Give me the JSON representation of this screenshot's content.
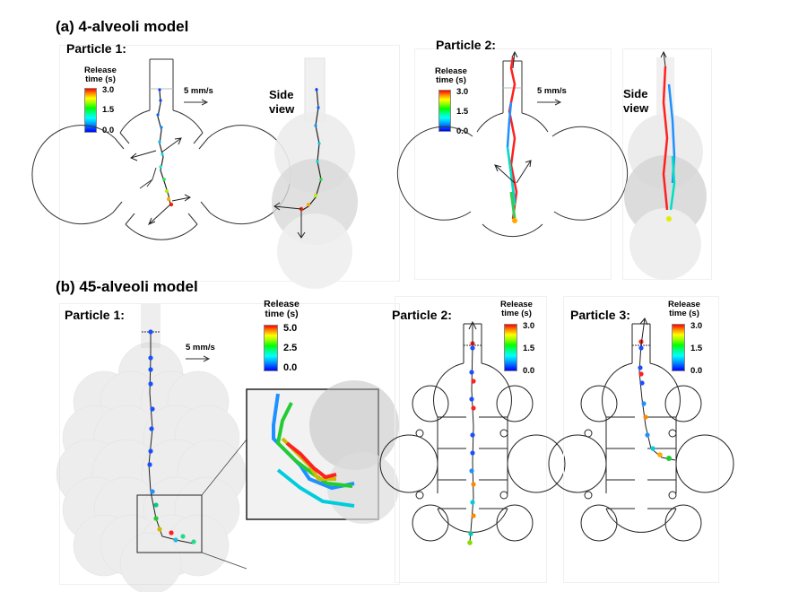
{
  "figure": {
    "sections": [
      {
        "id": "a",
        "title": "(a) 4-alveoli model",
        "panels": [
          {
            "particle_label": "Particle 1:",
            "side_view_label": "Side view",
            "legend": {
              "title_line1": "Release",
              "title_line2": "time (s)",
              "ticks": [
                "3.0",
                "1.5",
                "0.0"
              ],
              "max": 3.0
            },
            "scale_label": "5 mm/s"
          },
          {
            "particle_label": "Particle 2:",
            "side_view_label": "Side view",
            "legend": {
              "title_line1": "Release",
              "title_line2": "time (s)",
              "ticks": [
                "3.0",
                "1.5",
                "0.0"
              ],
              "max": 3.0
            },
            "scale_label": "5 mm/s"
          }
        ]
      },
      {
        "id": "b",
        "title": "(b) 45-alveoli model",
        "panels": [
          {
            "particle_label": "Particle 1:",
            "legend": {
              "title_line1": "Release",
              "title_line2": "time (s)",
              "ticks": [
                "5.0",
                "2.5",
                "0.0"
              ],
              "max": 5.0
            },
            "scale_label": "5 mm/s",
            "has_zoom_inset": true
          },
          {
            "particle_label": "Particle 2:",
            "legend": {
              "title_line1": "Release",
              "title_line2": "time (s)",
              "ticks": [
                "3.0",
                "1.5",
                "0.0"
              ],
              "max": 3.0
            }
          },
          {
            "particle_label": "Particle 3:",
            "legend": {
              "title_line1": "Release",
              "title_line2": "time (s)",
              "ticks": [
                "3.0",
                "1.5",
                "0.0"
              ],
              "max": 3.0
            }
          }
        ]
      }
    ],
    "colormap": [
      "#0000ff",
      "#00ffff",
      "#00ff00",
      "#ffff00",
      "#ff0000"
    ]
  }
}
